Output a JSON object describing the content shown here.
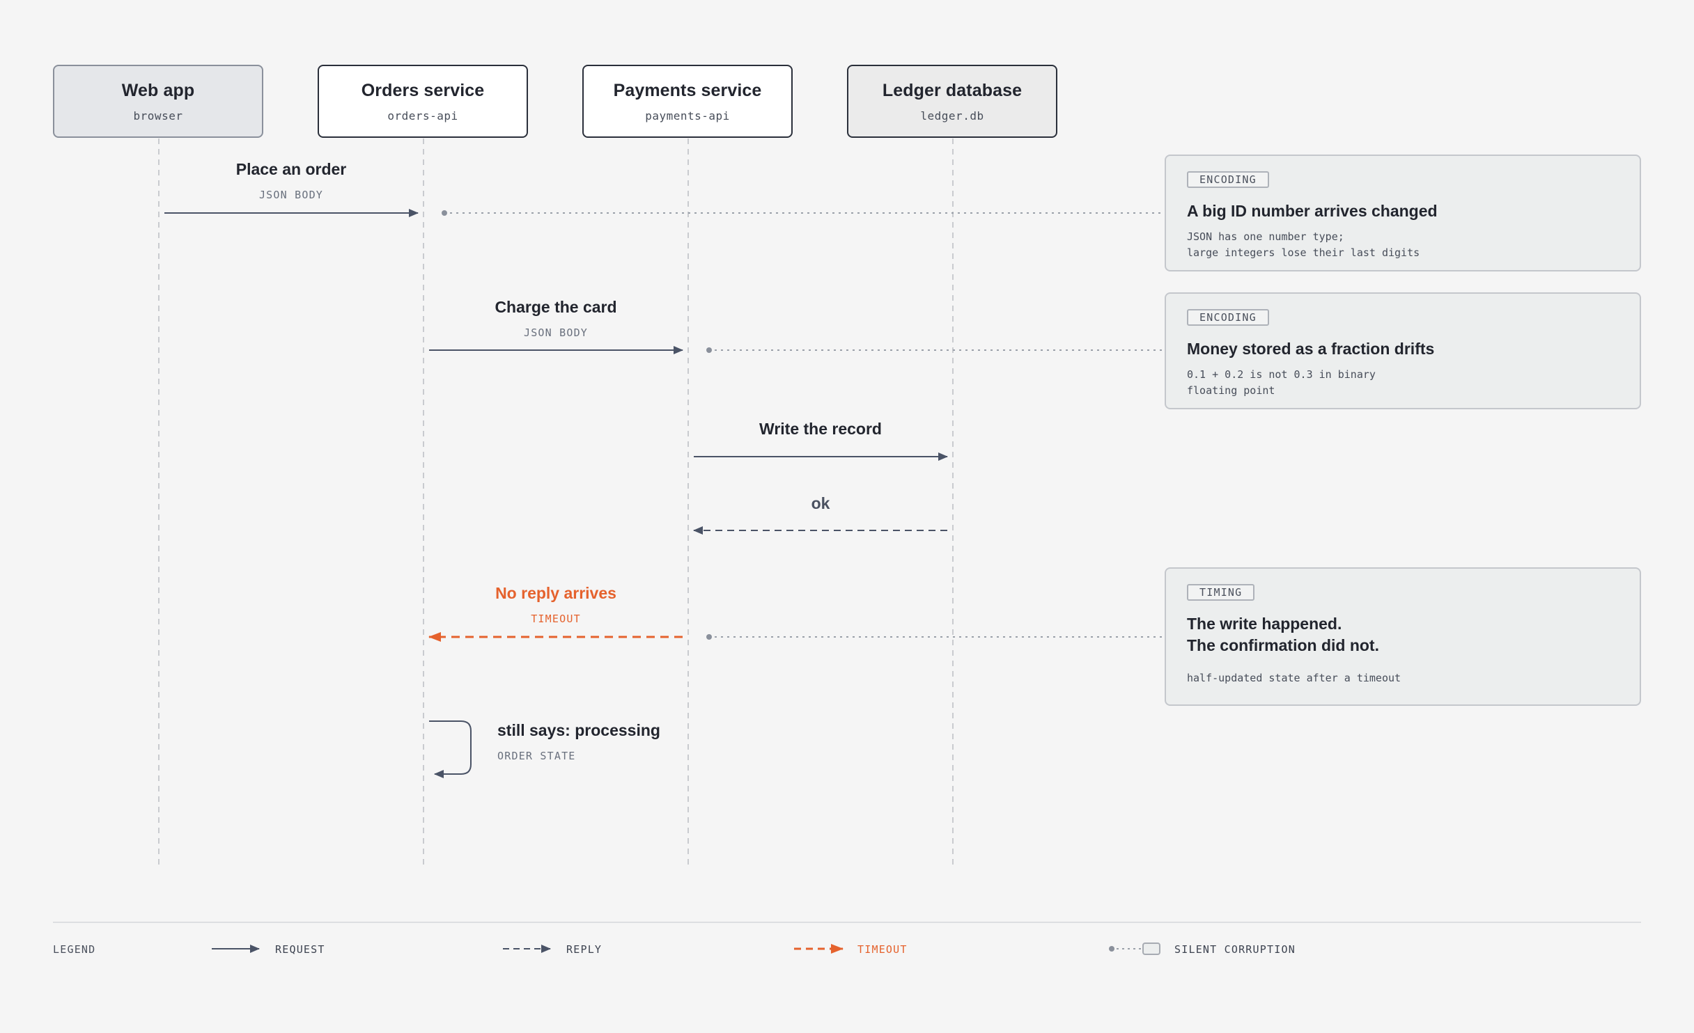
{
  "actors": [
    {
      "title": "Web app",
      "sub": "browser"
    },
    {
      "title": "Orders service",
      "sub": "orders-api"
    },
    {
      "title": "Payments service",
      "sub": "payments-api"
    },
    {
      "title": "Ledger database",
      "sub": "ledger.db"
    }
  ],
  "messages": [
    {
      "kind": "request",
      "label": "Place an order",
      "tag": "JSON BODY"
    },
    {
      "kind": "request",
      "label": "Charge the card",
      "tag": "JSON BODY"
    },
    {
      "kind": "request",
      "label": "Write the record",
      "tag": ""
    },
    {
      "kind": "reply",
      "label": "ok",
      "tag": ""
    },
    {
      "kind": "timeout",
      "label": "No reply arrives",
      "tag": "TIMEOUT"
    },
    {
      "kind": "self",
      "label": "still says: processing",
      "tag": "ORDER STATE"
    }
  ],
  "notes": [
    {
      "badge": "ENCODING",
      "title": "A big ID number arrives changed",
      "body": "JSON has one number type;\nlarge integers lose their last digits"
    },
    {
      "badge": "ENCODING",
      "title": "Money stored as a fraction drifts",
      "body": "0.1 + 0.2 is not 0.3 in binary\nfloating point"
    },
    {
      "badge": "TIMING",
      "title": "The write happened.\nThe confirmation did not.",
      "body": "half-updated state after a timeout"
    }
  ],
  "legend": {
    "heading": "LEGEND",
    "request": "REQUEST",
    "reply": "REPLY",
    "timeout": "TIMEOUT",
    "silent": "SILENT CORRUPTION"
  },
  "colors": {
    "ink": "#22252e",
    "arrow": "#4a5366",
    "timeout": "#e5622d",
    "note_bg": "#eceeee",
    "page_bg": "#f5f5f5"
  }
}
